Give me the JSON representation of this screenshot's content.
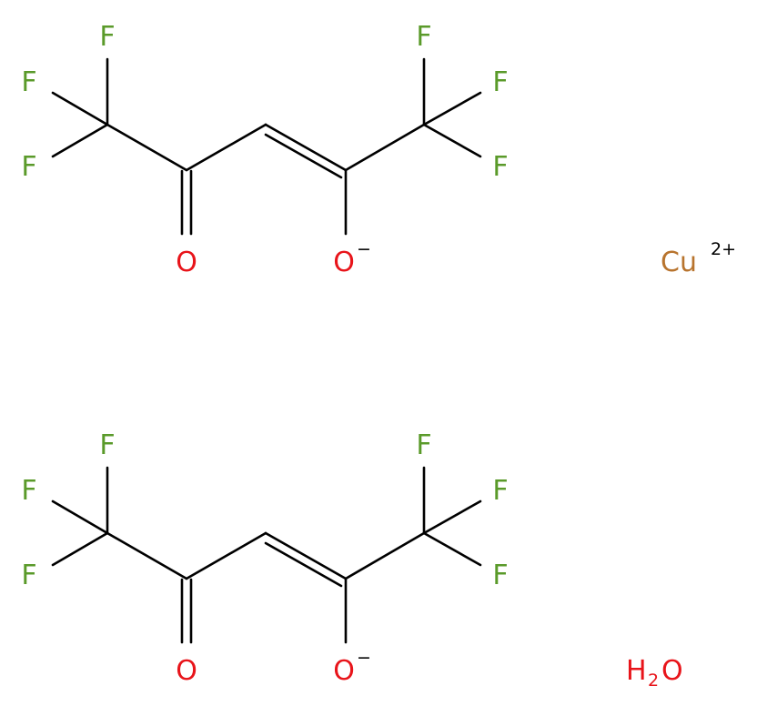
{
  "colors": {
    "bond": "#000000",
    "fluorine": "#5a9a2a",
    "oxygen": "#e8141a",
    "copper": "#b8742e"
  },
  "labels": {
    "fluorine": "F",
    "oxygen": "O",
    "copper": "Cu",
    "copper_charge": "2+",
    "oxide_charge": "−",
    "water_h": "H",
    "water_sub": "2",
    "water_o": "O"
  }
}
